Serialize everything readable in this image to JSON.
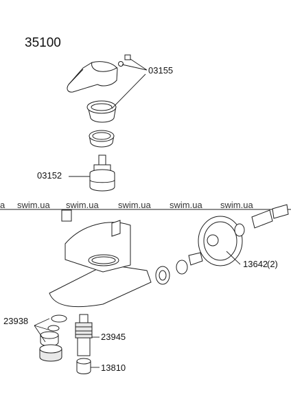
{
  "model_number": "35100",
  "watermark_text": "swim.ua",
  "watermarks": [
    "a",
    "swim.ua",
    "swim.ua",
    "swim.ua",
    "swim.ua",
    "swim.ua"
  ],
  "parts": [
    {
      "code": "03155"
    },
    {
      "code": "03152"
    },
    {
      "code": "13642"
    },
    {
      "code": "(2)"
    },
    {
      "code": "23938"
    },
    {
      "code": "23945"
    },
    {
      "code": "13810"
    }
  ],
  "colors": {
    "line": "#1c1c1c",
    "background": "#ffffff"
  }
}
